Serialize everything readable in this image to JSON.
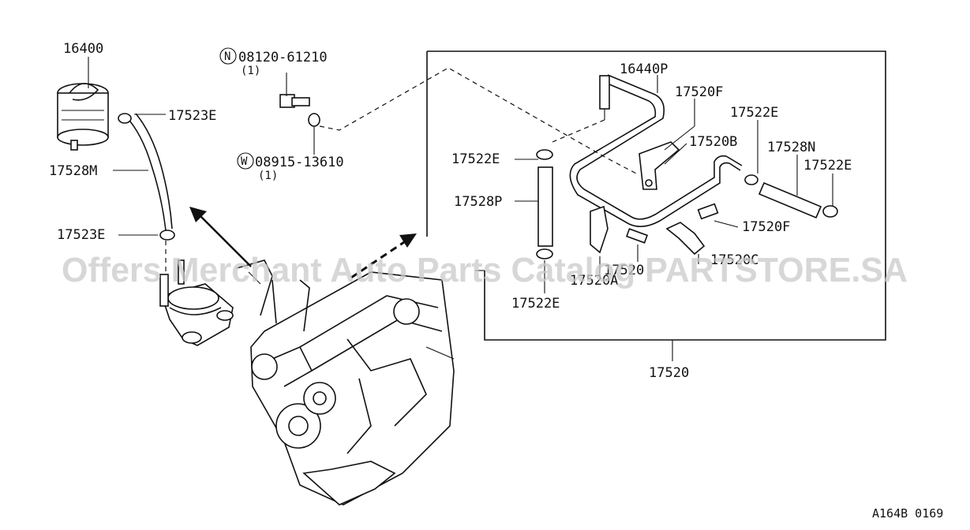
{
  "parts": {
    "p16400": "16400",
    "p17523e_top": "17523E",
    "p17528m": "17528M",
    "p17523e_bottom": "17523E",
    "bolt_n": "08120-61210",
    "bolt_n_qty": "(1)",
    "washer_w": "08915-13610",
    "washer_w_qty": "(1)",
    "p16440p": "16440P",
    "p17520f_top": "17520F",
    "p17522e_top_right": "17522E",
    "p17520b": "17520B",
    "p17528n": "17528N",
    "p17522e_right": "17522E",
    "p17522e_left": "17522E",
    "p17528p": "17528P",
    "p17520f_bottom": "17520F",
    "p17520c": "17520C",
    "p17520a": "17520A",
    "p17520_other": "17520",
    "p17522e_bottom": "17522E",
    "p17520_assembly": "17520"
  },
  "markers": {
    "n": "N",
    "w": "W"
  },
  "watermark": "Offers Merchant Auto Parts Catalog PARTSTORE.SA",
  "diagram_code": "A164B 0169"
}
